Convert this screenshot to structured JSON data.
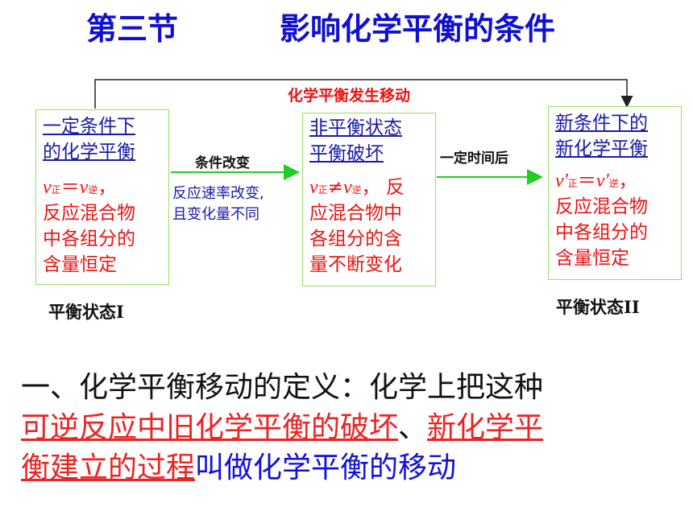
{
  "title": {
    "section": "第三节",
    "topic": "影响化学平衡的条件"
  },
  "top_arrow_label": "化学平衡发生移动",
  "box1": {
    "head_line1": "一定条件下",
    "head_line2": "的化学平衡",
    "v_left": "v",
    "v_left_sub": "正",
    "op": "＝",
    "v_right": "v",
    "v_right_sub": "逆",
    "tail": "，",
    "body_line1": "反应混合物",
    "body_line2": "中各组分的",
    "body_line3": "含量恒定",
    "state_label": "平衡状态I"
  },
  "arrow1": {
    "label": "条件改变",
    "note_line1": "反应速率改变,",
    "note_line2": "且变化量不同"
  },
  "box2": {
    "head_line1": "非平衡状态",
    "head_line2": "平衡破坏",
    "v_left": "v",
    "v_left_sub": "正",
    "op": "≠",
    "v_right": "v",
    "v_right_sub": "逆",
    "tail": "， 反",
    "body_line1": "应混合物中",
    "body_line2": "各组分的含",
    "body_line3": "量不断变化"
  },
  "arrow2": {
    "label": "一定时间后"
  },
  "box3": {
    "head_line1": "新条件下的",
    "head_line2": "新化学平衡",
    "v_left": "v'",
    "v_left_sub": "正",
    "op": "＝",
    "v_right": "v'",
    "v_right_sub": "逆",
    "tail": "，",
    "body_line1": "反应混合物",
    "body_line2": "中各组分的",
    "body_line3": "含量恒定",
    "state_label": "平衡状态II"
  },
  "definition": {
    "line1": "一、化学平衡移动的定义：化学上把这种",
    "line2_red1": "可逆反应中旧化学平衡的破坏",
    "line2_sep": "、",
    "line2_red2": "新化学平",
    "line3_red": "衡建立的过程",
    "line3_blue": "叫做化学平衡的移动"
  },
  "colors": {
    "title": "#1010d0",
    "box_border": "#99dd66",
    "arrow_green": "#22cc22",
    "red": "#ee1111",
    "blue": "#1a1aaa"
  }
}
